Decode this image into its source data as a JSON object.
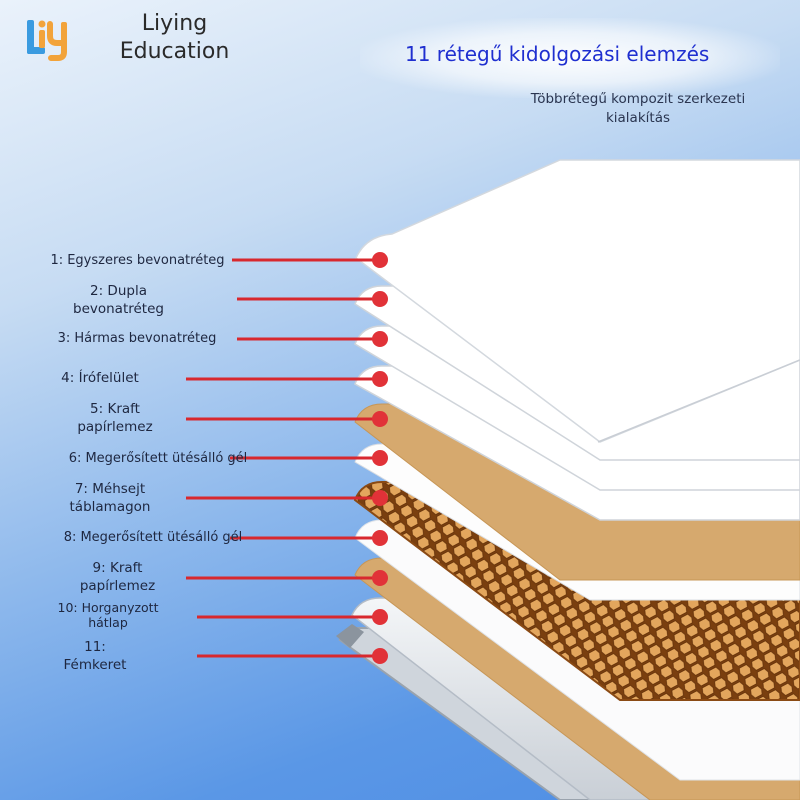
{
  "brand": {
    "line1": "Liying",
    "line2": "Education",
    "logo_icon": "liy-logo-icon"
  },
  "title": "11 rétegű kidolgozási elemzés",
  "subtitle": {
    "line1": "Többrétegű kompozit szerkezeti",
    "line2": "kialakítás"
  },
  "colors": {
    "title": "#1f2fd0",
    "pointer_line": "#d8282e",
    "pointer_dot": "#e13238",
    "kraft": "#d6a96e",
    "honeycomb": "#9a5a1a",
    "background_bottom": "#4e8de4"
  },
  "labels": [
    {
      "id": "1",
      "lines": [
        "1: Egyszeres bevonatréteg"
      ]
    },
    {
      "id": "2",
      "lines": [
        "2: Dupla",
        "bevonatréteg"
      ]
    },
    {
      "id": "3",
      "lines": [
        "3: Hármas bevonatréteg"
      ]
    },
    {
      "id": "4",
      "lines": [
        "4: Írófelület"
      ]
    },
    {
      "id": "5",
      "lines": [
        "5: Kraft",
        "papírlemez"
      ]
    },
    {
      "id": "6",
      "lines": [
        "6: Megerősített ütésálló gél"
      ]
    },
    {
      "id": "7",
      "lines": [
        "7: Méhsejt",
        "táblamagon"
      ]
    },
    {
      "id": "8",
      "lines": [
        "8: Megerősített ütésálló gél"
      ]
    },
    {
      "id": "9",
      "lines": [
        "9: Kraft",
        "papírlemez"
      ]
    },
    {
      "id": "10",
      "lines": [
        "10: Horganyzott",
        "hátlap"
      ]
    },
    {
      "id": "11",
      "lines": [
        "11:",
        "Fémkeret"
      ]
    }
  ]
}
